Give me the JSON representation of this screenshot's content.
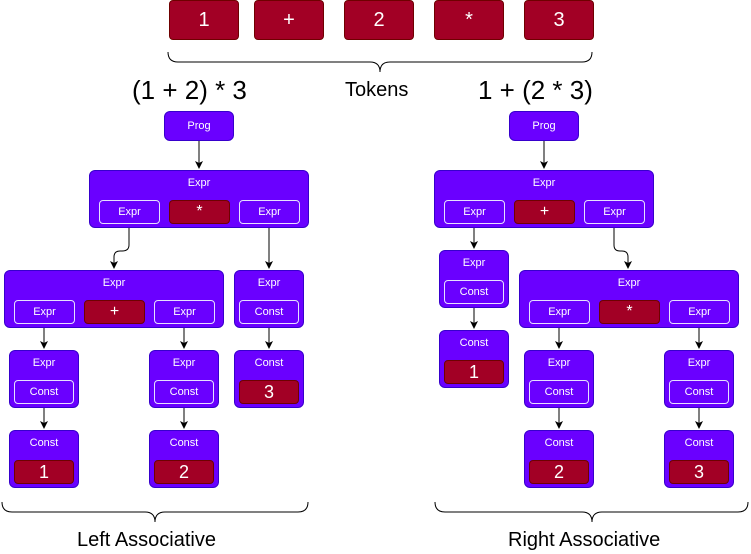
{
  "tokens": [
    "1",
    "+",
    "2",
    "*",
    "3"
  ],
  "tokens_label": "Tokens",
  "left": {
    "expression": "(1 + 2) * 3",
    "caption": "Left Associative",
    "prog": "Prog",
    "root": {
      "title": "Expr",
      "children": [
        "Expr",
        "*",
        "Expr"
      ]
    },
    "mid_expr": {
      "title": "Expr",
      "children": [
        "Expr",
        "+",
        "Expr"
      ]
    },
    "mid_const": {
      "title": "Expr",
      "child": "Const"
    },
    "const3": {
      "title": "Const",
      "value": "3"
    },
    "expr_a": {
      "title": "Expr",
      "child": "Const"
    },
    "expr_b": {
      "title": "Expr",
      "child": "Const"
    },
    "const1": {
      "title": "Const",
      "value": "1"
    },
    "const2": {
      "title": "Const",
      "value": "2"
    }
  },
  "right": {
    "expression": "1 + (2 * 3)",
    "caption": "Right Associative",
    "prog": "Prog",
    "root": {
      "title": "Expr",
      "children": [
        "Expr",
        "+",
        "Expr"
      ]
    },
    "mid_const": {
      "title": "Expr",
      "child": "Const"
    },
    "const1": {
      "title": "Const",
      "value": "1"
    },
    "mid_expr": {
      "title": "Expr",
      "children": [
        "Expr",
        "*",
        "Expr"
      ]
    },
    "expr_a": {
      "title": "Expr",
      "child": "Const"
    },
    "expr_b": {
      "title": "Expr",
      "child": "Const"
    },
    "const2": {
      "title": "Const",
      "value": "2"
    },
    "const3": {
      "title": "Const",
      "value": "3"
    }
  },
  "colors": {
    "node": "#6a00ff",
    "node_border": "#3700cc",
    "operator": "#a20025",
    "operator_border": "#6f0000",
    "edge": "#000000"
  }
}
